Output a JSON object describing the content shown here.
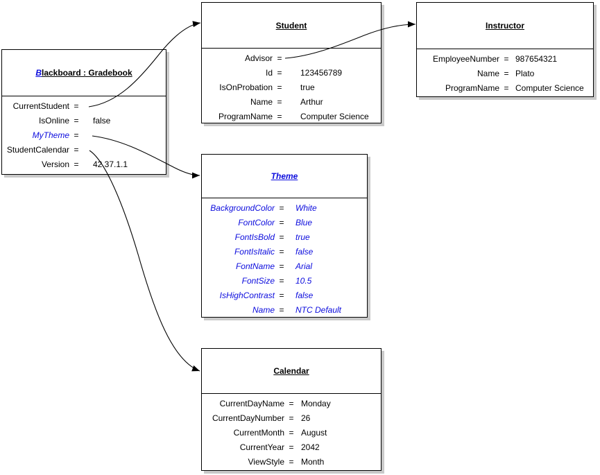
{
  "colors": {
    "accent_blue": "#0b0bdd",
    "box_border": "#000000",
    "box_shadow": "#c9c9c9",
    "background": "#ffffff",
    "connector": "#000000"
  },
  "equals_sign": "=",
  "boxes": [
    {
      "id": "blackboard",
      "title_segments": [
        {
          "text": "B",
          "style": "blue-italic"
        },
        {
          "text": "lackboard : Gradebook",
          "style": "black"
        }
      ],
      "properties": [
        {
          "name": "CurrentStudent",
          "value": "",
          "style": "black"
        },
        {
          "name": "IsOnline",
          "value": "false",
          "style": "black"
        },
        {
          "name": "MyTheme",
          "value": "",
          "style": "blue"
        },
        {
          "name": "StudentCalendar",
          "value": "",
          "style": "black"
        },
        {
          "name": "Version",
          "value": "42.37.1.1",
          "style": "black"
        }
      ]
    },
    {
      "id": "student",
      "title_segments": [
        {
          "text": "Student",
          "style": "black"
        }
      ],
      "properties": [
        {
          "name": "Advisor",
          "value": "",
          "style": "black"
        },
        {
          "name": "Id",
          "value": "123456789",
          "style": "black"
        },
        {
          "name": "IsOnProbation",
          "value": "true",
          "style": "black"
        },
        {
          "name": "Name",
          "value": "Arthur",
          "style": "black"
        },
        {
          "name": "ProgramName",
          "value": "Computer Science",
          "style": "black"
        }
      ]
    },
    {
      "id": "instructor",
      "title_segments": [
        {
          "text": "Instructor",
          "style": "black"
        }
      ],
      "properties": [
        {
          "name": "EmployeeNumber",
          "value": "987654321",
          "style": "black"
        },
        {
          "name": "Name",
          "value": "Plato",
          "style": "black"
        },
        {
          "name": "ProgramName",
          "value": "Computer Science",
          "style": "black"
        }
      ]
    },
    {
      "id": "theme",
      "title_segments": [
        {
          "text": "Theme",
          "style": "blue-italic"
        }
      ],
      "properties": [
        {
          "name": "BackgroundColor",
          "value": "White",
          "style": "blue"
        },
        {
          "name": "FontColor",
          "value": "Blue",
          "style": "blue"
        },
        {
          "name": "FontIsBold",
          "value": "true",
          "style": "blue"
        },
        {
          "name": "FontIsItalic",
          "value": "false",
          "style": "blue"
        },
        {
          "name": "FontName",
          "value": "Arial",
          "style": "blue"
        },
        {
          "name": "FontSize",
          "value": "10.5",
          "style": "blue"
        },
        {
          "name": "IsHighContrast",
          "value": "false",
          "style": "blue"
        },
        {
          "name": "Name",
          "value": "NTC Default",
          "style": "blue"
        }
      ]
    },
    {
      "id": "calendar",
      "title_segments": [
        {
          "text": "Calendar",
          "style": "black"
        }
      ],
      "properties": [
        {
          "name": "CurrentDayName",
          "value": "Monday",
          "style": "black"
        },
        {
          "name": "CurrentDayNumber",
          "value": "26",
          "style": "black"
        },
        {
          "name": "CurrentMonth",
          "value": "August",
          "style": "black"
        },
        {
          "name": "CurrentYear",
          "value": "2042",
          "style": "black"
        },
        {
          "name": "ViewStyle",
          "value": "Month",
          "style": "black"
        }
      ]
    }
  ],
  "connectors": [
    {
      "from": "blackboard.CurrentStudent",
      "to": "student"
    },
    {
      "from": "student.Advisor",
      "to": "instructor"
    },
    {
      "from": "blackboard.MyTheme",
      "to": "theme"
    },
    {
      "from": "blackboard.StudentCalendar",
      "to": "calendar"
    }
  ]
}
